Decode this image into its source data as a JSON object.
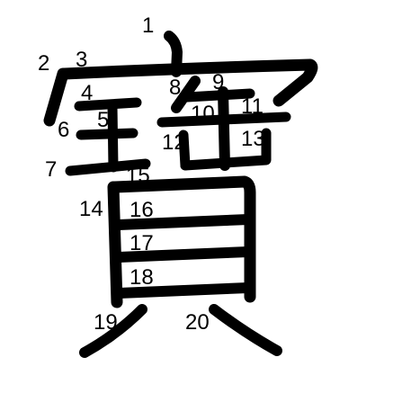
{
  "character": "寶",
  "stroke_color": "#000000",
  "label_color": "#000000",
  "background": "#ffffff",
  "labels": [
    "1",
    "2",
    "3",
    "4",
    "5",
    "6",
    "7",
    "8",
    "9",
    "10",
    "11",
    "12",
    "13",
    "14",
    "15",
    "16",
    "17",
    "18",
    "19",
    "20"
  ]
}
